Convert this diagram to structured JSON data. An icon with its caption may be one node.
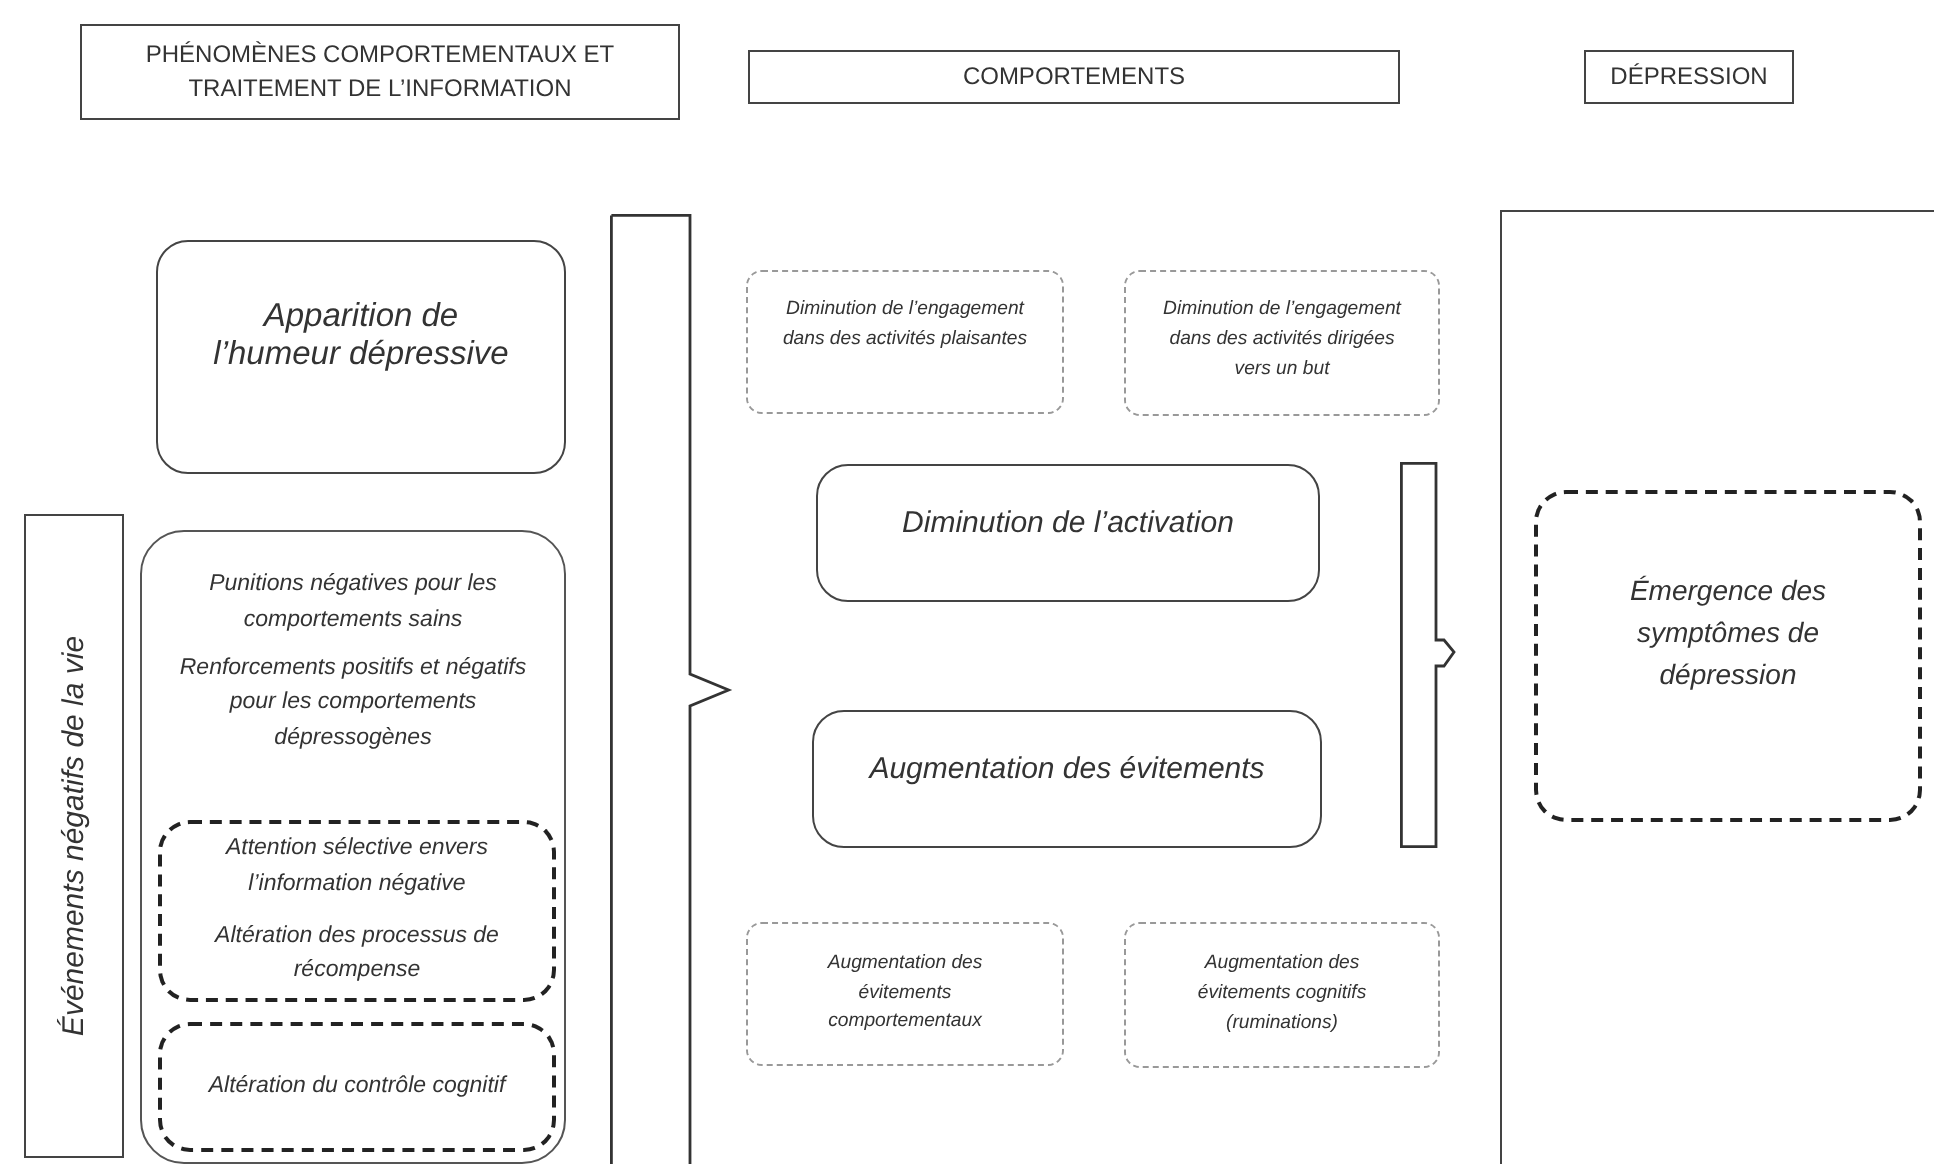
{
  "diagram": {
    "nodes": [
      {
        "text": [
          "PHÉNOMÈNES COMPORTEMENTAUX  ET TRAITEMENT DE L’INFORMATION"
        ]
      },
      {
        "text": [
          "COMPORTEMENTS"
        ]
      },
      {
        "text": [
          "DÉPRESSION"
        ]
      },
      {
        "text": [
          "Apparition de l’humeur dépressive"
        ]
      },
      {
        "text": [
          "Événements négatifs de la vie"
        ]
      },
      {
        "text": [
          "Punitions négatives pour les comportements sains",
          "Renforcements positifs et négatifs pour les comportements dépressogènes"
        ]
      },
      {
        "text": [
          "Attention sélective envers l’information négative",
          "Altération des processus de récompense"
        ],
        "in": 5
      },
      {
        "text": [
          "Altération du contrôle cognitif"
        ],
        "in": 5
      },
      {
        "text": [],
        "shape": "bar"
      },
      {
        "text": [
          "Diminution de l’engagement dans des activités plaisantes"
        ]
      },
      {
        "text": [
          "Diminution de l’engagement dans des activités dirigées vers un but"
        ]
      },
      {
        "text": [
          "Diminution de l’activation"
        ]
      },
      {
        "text": [
          "Augmentation des évitements"
        ]
      },
      {
        "text": [],
        "shape": "bar"
      },
      {
        "text": [
          "Augmentation des évitements comportementaux"
        ]
      },
      {
        "text": [
          "Augmentation des évitements cognitifs (ruminations)"
        ]
      },
      {
        "text": [],
        "shape": "box"
      },
      {
        "text": [
          "Émergence des symptômes de dépression"
        ],
        "in": 16
      }
    ]
  }
}
